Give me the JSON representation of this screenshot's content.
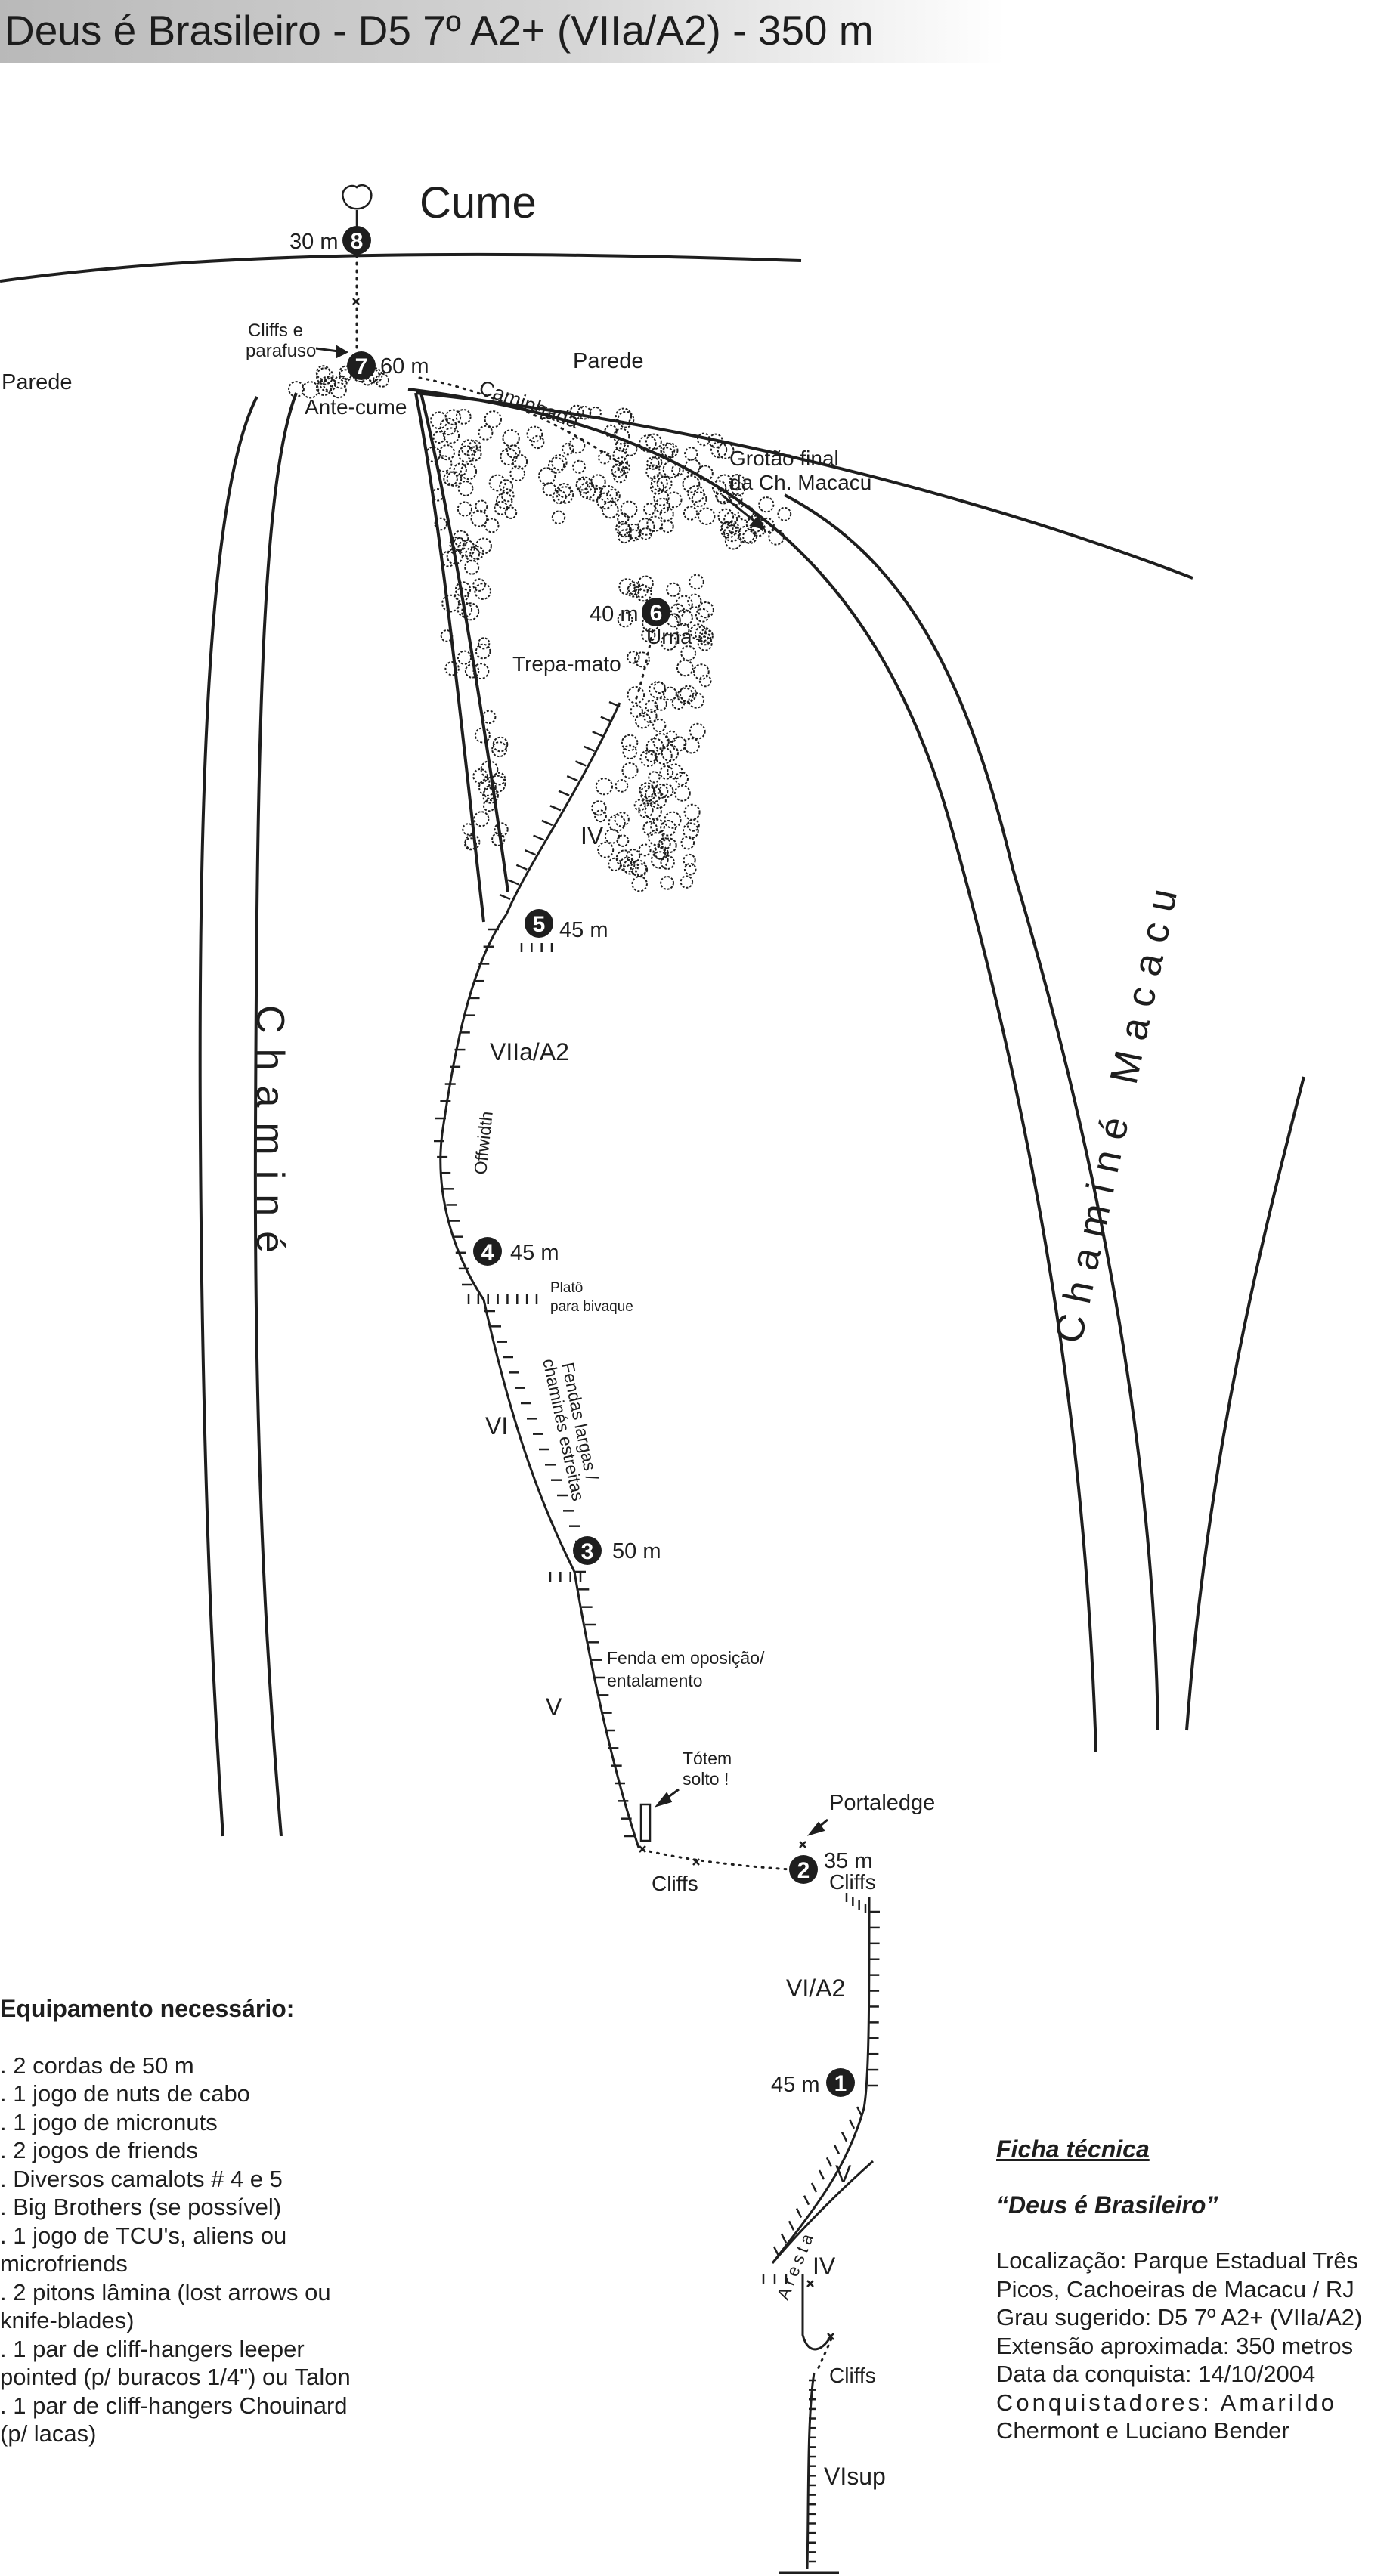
{
  "title": "Deus é Brasileiro - D5 7º A2+ (VIIa/A2) - 350 m",
  "labels": {
    "cume": "Cume",
    "parede_left": "Parede",
    "parede_right": "Parede",
    "cliffs_e": "Cliffs e",
    "parafuso": "parafuso",
    "ante_cume": "Ante-cume",
    "caminhada": "Caminhada",
    "grotao_1": "Grotão final",
    "grotao_2": "da Ch. Macacu",
    "urna": "Urna",
    "trepa_mato": "Trepa-mato",
    "chamine_left": "Chaminé",
    "chamine_right": "Chaminé Macacu",
    "offwidth": "Offwidth",
    "plato_1": "Platô",
    "plato_2": "para bivaque",
    "fendas_1": "Fendas largas /",
    "fendas_2": "chaminés estreitas",
    "fenda_1": "Fenda em oposição/",
    "fenda_2": "entalamento",
    "totem_1": "Tótem",
    "totem_2": "solto !",
    "cliffs_mid": "Cliffs",
    "portaledge": "Portaledge",
    "cliffs_2": "Cliffs",
    "aresta": "Aresta",
    "cliffs_low": "Cliffs"
  },
  "grades": {
    "g_iv_upper": "IV",
    "g_viia": "VIIa/A2",
    "g_vi": "VI",
    "g_v_mid": "V",
    "g_vi_a2": "VI/A2",
    "g_v_low": "V",
    "g_iv_low": "IV",
    "g_visup": "VIsup"
  },
  "belays": [
    {
      "n": "1",
      "len": "45 m"
    },
    {
      "n": "2",
      "len": "35 m"
    },
    {
      "n": "3",
      "len": "50 m"
    },
    {
      "n": "4",
      "len": "45 m"
    },
    {
      "n": "5",
      "len": "45 m"
    },
    {
      "n": "6",
      "len": "40 m"
    },
    {
      "n": "7",
      "len": "60 m"
    },
    {
      "n": "8",
      "len": "30 m"
    }
  ],
  "equipment": {
    "title": "Equipamento necessário:",
    "lines": [
      ". 2 cordas de 50 m",
      ". 1 jogo de nuts de cabo",
      ". 1 jogo de micronuts",
      ". 2 jogos de friends",
      ". Diversos camalots # 4 e 5",
      ". Big Brothers (se possível)",
      ". 1 jogo de TCU's, aliens ou",
      "microfriends",
      ". 2 pitons lâmina (lost arrows ou",
      "knife-blades)",
      ". 1 par de cliff-hangers leeper",
      "pointed (p/ buracos 1/4\") ou Talon",
      ". 1 par de cliff-hangers Chouinard",
      "(p/ lacas)"
    ]
  },
  "ficha": {
    "title": "Ficha técnica",
    "route": "“Deus é Brasileiro”",
    "lines": [
      "Localização: Parque Estadual Três",
      "Picos, Cachoeiras de Macacu / RJ",
      "Grau sugerido: D5 7º A2+ (VIIa/A2)",
      "Extensão aproximada: 350 metros",
      "Data da conquista: 14/10/2004",
      "Conquistadores: Amarildo",
      "Chermont e Luciano Bender"
    ]
  }
}
